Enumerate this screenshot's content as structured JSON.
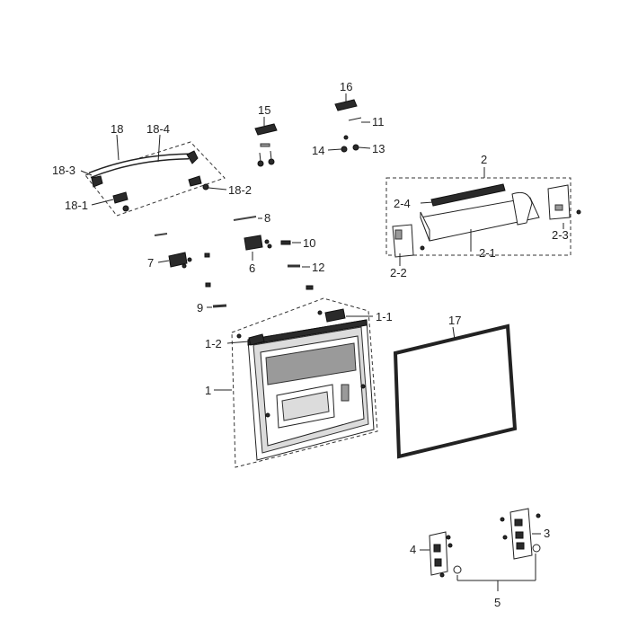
{
  "labels": {
    "l18": "18",
    "l18_4": "18-4",
    "l18_3": "18-3",
    "l18_1": "18-1",
    "l18_2": "18-2",
    "l15": "15",
    "l16": "16",
    "l11": "11",
    "l13": "13",
    "l14": "14",
    "l2": "2",
    "l2_4": "2-4",
    "l2_1": "2-1",
    "l2_2": "2-2",
    "l2_3": "2-3",
    "l8": "8",
    "l10": "10",
    "l6": "6",
    "l7": "7",
    "l12": "12",
    "l9": "9",
    "l1": "1",
    "l1_1": "1-1",
    "l1_2": "1-2",
    "l17": "17",
    "l3": "3",
    "l4": "4",
    "l5": "5"
  },
  "colors": {
    "line": "#222222",
    "dark_part": "#2a2a2a",
    "mid_part": "#9a9a9a"
  }
}
